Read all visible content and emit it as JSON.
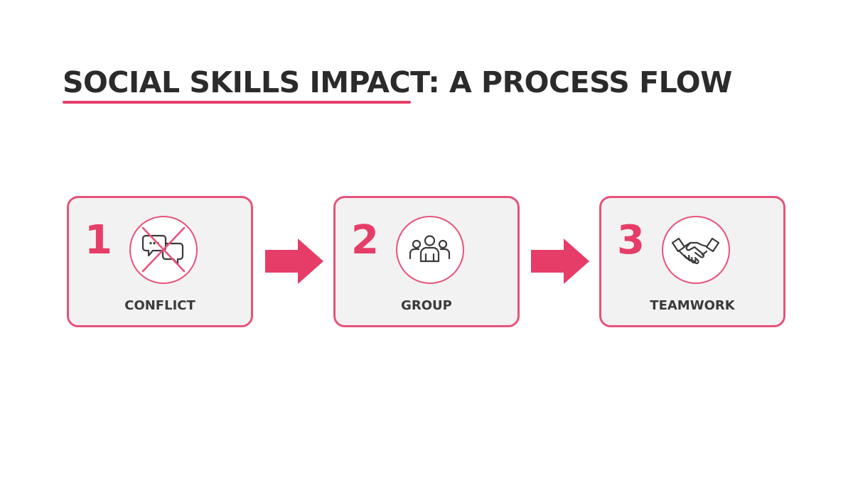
{
  "title": "SOCIAL SKILLS IMPACT: A PROCESS FLOW",
  "colors": {
    "accent": "#e63d68",
    "box_fill": "#f2f2f2",
    "text": "#2b2b2b"
  },
  "steps": [
    {
      "number": "1",
      "label": "CONFLICT",
      "icon": "crossed-out-chat-bubbles-icon"
    },
    {
      "number": "2",
      "label": "GROUP",
      "icon": "group-of-people-icon"
    },
    {
      "number": "3",
      "label": "TEAMWORK",
      "icon": "handshake-icon"
    }
  ]
}
